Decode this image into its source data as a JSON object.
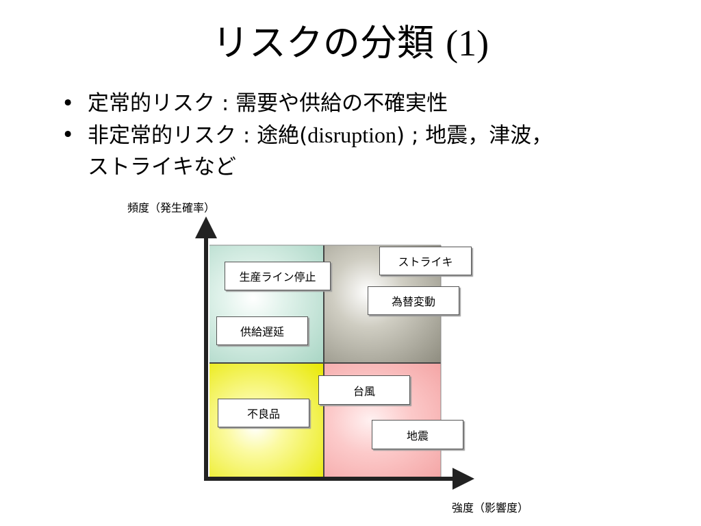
{
  "slide": {
    "title_main": "リスクの分類",
    "title_num": "(1)",
    "bullets": [
      {
        "dot": "•",
        "lead": "定常的リスク",
        "sep": " : ",
        "text": "需要や供給の不確実性"
      },
      {
        "dot": "•",
        "lead": "非定常的リスク",
        "sep": " : ",
        "text_a": "途絶(",
        "latin": "disruption",
        "text_b": ") ; 地震，津波，",
        "text_c": "ストライキなど"
      }
    ]
  },
  "diagram": {
    "y_axis_label": "頻度（発生確率）",
    "x_axis_label": "強度（影響度）",
    "quadrant_colors": {
      "top_left": "#a8d5c4",
      "top_right": "#8e8c7f",
      "bottom_left": "#e8e800",
      "bottom_right": "#f4a5a5"
    },
    "boxes": {
      "line_stop": "生産ライン停止",
      "supply_delay": "供給遅延",
      "strike": "ストライキ",
      "fx": "為替変動",
      "typhoon": "台風",
      "defect": "不良品",
      "earthquake": "地震"
    }
  }
}
